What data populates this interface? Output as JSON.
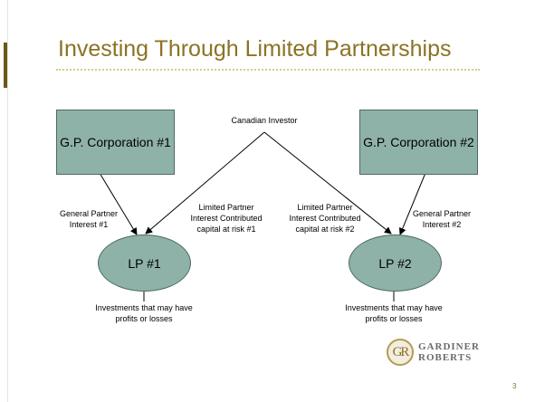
{
  "slide": {
    "title": "Investing Through Limited Partnerships",
    "page_number": "3"
  },
  "diagram": {
    "gp1": "G.P. Corporation #1",
    "gp2": "G.P. Corporation #2",
    "investor": "Canadian Investor",
    "lp1": "LP #1",
    "lp2": "LP #2",
    "gp1_interest": "General Partner\nInterest #1",
    "gp2_interest": "General Partner\nInterest #2",
    "lp1_interest": "Limited Partner\nInterest Contributed\ncapital at risk #1",
    "lp2_interest": "Limited Partner\nInterest Contributed\ncapital at risk #2",
    "inv1": "Investments that may have\nprofits or losses",
    "inv2": "Investments that may have\nprofits or losses"
  },
  "logo": {
    "mark": "GR",
    "line1": "GARDINER",
    "line2": "ROBERTS"
  },
  "colors": {
    "title": "#8b7324",
    "shape_fill": "#8fb2a8",
    "shape_border": "#4c6a63"
  }
}
